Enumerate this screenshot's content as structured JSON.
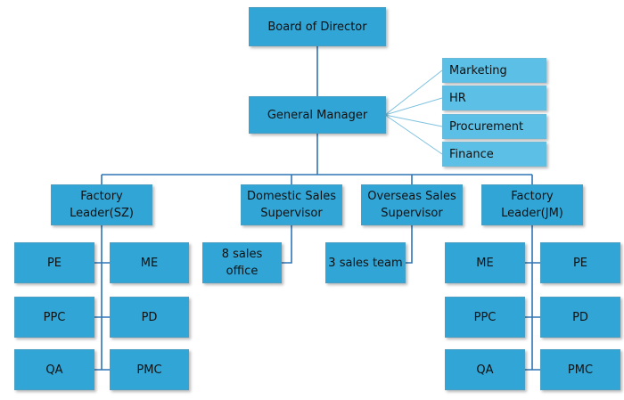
{
  "colors": {
    "box_fill": "#30a5d6",
    "department_fill": "#5cc0e6",
    "connector": "#2e75b6",
    "department_connector": "#7fc2e0"
  },
  "chart": {
    "nodes": {
      "board": "Board of Director",
      "gm": "General Manager",
      "marketing": "Marketing",
      "hr": "HR",
      "procurement": "Procurement",
      "finance": "Finance",
      "factory_sz": "Factory\nLeader(SZ)",
      "domestic_sales": "Domestic Sales\nSupervisor",
      "overseas_sales": "Overseas Sales\nSupervisor",
      "factory_jm": "Factory\nLeader(JM)",
      "sales_office": "8 sales\noffice",
      "sales_team": "3 sales team",
      "sz_pe": "PE",
      "sz_me": "ME",
      "sz_ppc": "PPC",
      "sz_pd": "PD",
      "sz_qa": "QA",
      "sz_pmc": "PMC",
      "jm_me": "ME",
      "jm_pe": "PE",
      "jm_ppc": "PPC",
      "jm_pd": "PD",
      "jm_qa": "QA",
      "jm_pmc": "PMC"
    }
  }
}
